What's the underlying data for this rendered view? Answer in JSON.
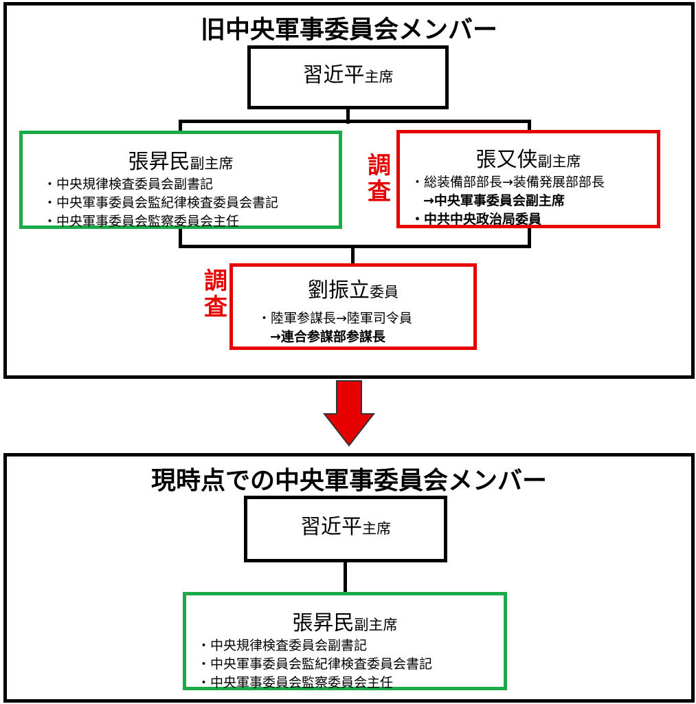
{
  "old_section": {
    "title": "旧中央軍事委員会メンバー",
    "chairman": {
      "name": "習近平",
      "role": "主席"
    },
    "vice1": {
      "name": "張昇民",
      "role": "副主席",
      "items": [
        "・中央規律検査委員会副書記",
        "・中央軍事委員会監紀律検査委員会書記",
        "・中央軍事委員会監察委員会主任"
      ]
    },
    "vice2": {
      "name": "張又侠",
      "role": "副主席",
      "items": [
        "・総装備部部長→装備発展部部長",
        "→中央軍事委員会副主席",
        "・中共中央政治局委員"
      ],
      "tag": "調査"
    },
    "member": {
      "name": "劉振立",
      "role": "委員",
      "items": [
        "・陸軍参謀長→陸軍司令員",
        "→連合参謀部参謀長"
      ],
      "tag": "調査"
    }
  },
  "new_section": {
    "title": "現時点での中央軍事委員会メンバー",
    "chairman": {
      "name": "習近平",
      "role": "主席"
    },
    "vice1": {
      "name": "張昇民",
      "role": "副主席",
      "items": [
        "・中央規律検査委員会副書記",
        "・中央軍事委員会監紀律検査委員会書記",
        "・中央軍事委員会監察委員会主任"
      ]
    }
  },
  "colors": {
    "green": "#1aaa4a",
    "red": "#e60000"
  }
}
